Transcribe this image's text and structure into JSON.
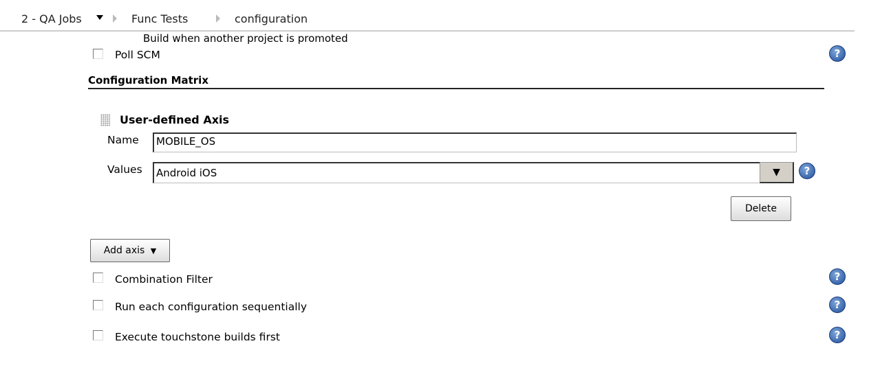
{
  "breadcrumb": {
    "items": [
      "2 - QA Jobs",
      "Func Tests",
      "configuration"
    ],
    "dropdown_icon": "triangle-down-icon",
    "separator_icon": "chevron-right-icon"
  },
  "cutoff_option": "Build when another project is promoted",
  "poll_scm": {
    "label": "Poll SCM",
    "checked": false
  },
  "section": {
    "title": "Configuration Matrix"
  },
  "axis": {
    "title": "User-defined Axis",
    "name_label": "Name",
    "name_value": "MOBILE_OS",
    "values_label": "Values",
    "values_value": "Android iOS",
    "expand_icon": "▼",
    "delete_label": "Delete"
  },
  "add_axis": {
    "label": "Add axis",
    "icon": "▼"
  },
  "options": [
    {
      "label": "Combination Filter",
      "checked": false
    },
    {
      "label": "Run each configuration sequentially",
      "checked": false
    },
    {
      "label": "Execute touchstone builds first",
      "checked": false
    }
  ],
  "help_icon": "?"
}
